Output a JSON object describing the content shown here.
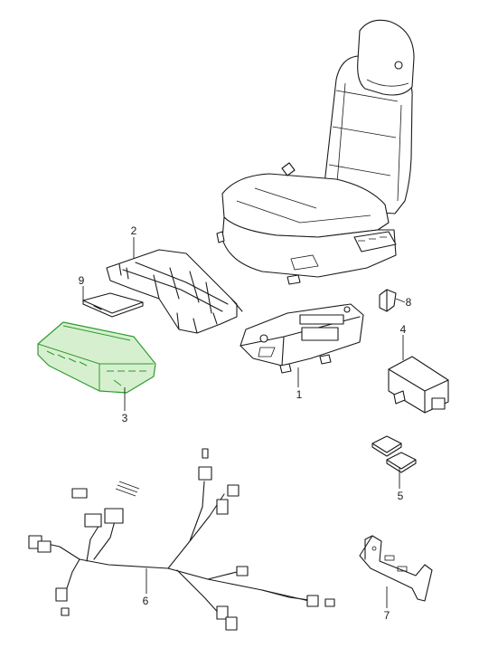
{
  "callouts": {
    "c1": "1",
    "c2": "2",
    "c3": "3",
    "c4": "4",
    "c5": "5",
    "c6": "6",
    "c7": "7",
    "c8": "8",
    "c9": "9"
  },
  "colors": {
    "highlight_fill": "#d6f0cf",
    "highlight_stroke": "#2f9a2f",
    "line": "#1a1a1a"
  }
}
